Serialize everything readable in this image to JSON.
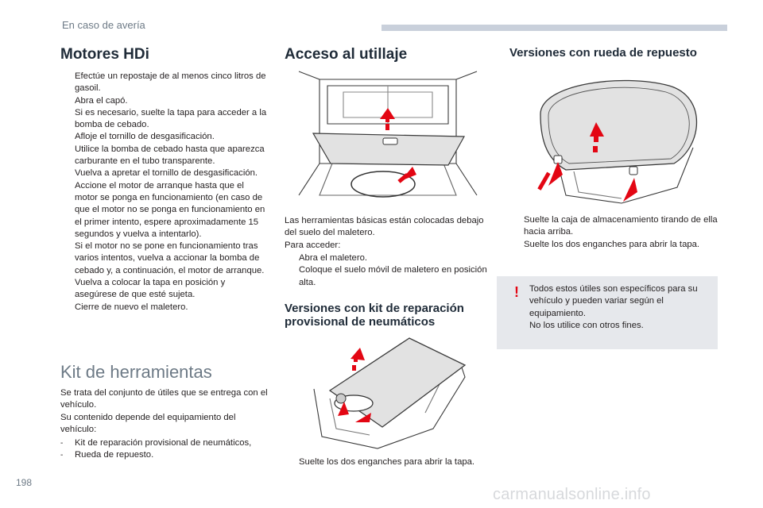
{
  "header": {
    "section": "En caso de avería"
  },
  "page_number": "198",
  "watermark": "carmanualsonline.info",
  "col1": {
    "title": "Motores HDi",
    "bullet_glyph": "",
    "steps": [
      "Efectúe un repostaje de al menos cinco litros de gasoil.",
      "Abra el capó.",
      "Si es necesario, suelte la tapa para acceder a la bomba de cebado.",
      "Afloje el tornillo de desgasificación.",
      "Utilice la bomba de cebado hasta que aparezca carburante en el tubo transparente.",
      "Vuelva a apretar el tornillo de desgasificación.",
      "Accione el motor de arranque hasta que el motor se ponga en funcionamiento (en caso de que el motor no se ponga en funcionamiento en el primer intento, espere aproximadamente 15 segundos y vuelva a intentarlo).",
      "Si el motor no se pone en funcionamiento tras varios intentos, vuelva a accionar la bomba de cebado y, a continuación, el motor de arranque.",
      "Vuelva a colocar la tapa en posición y asegúrese de que esté sujeta.",
      "Cierre de nuevo el maletero."
    ],
    "kit_title": "Kit de herramientas",
    "kit_intro": "Se trata del conjunto de útiles que se entrega con el vehículo.",
    "kit_content": "Su contenido depende del equipamiento del vehículo:",
    "kit_items": [
      "Kit de reparación provisional de neumáticos,",
      "Rueda de repuesto."
    ]
  },
  "col2": {
    "title": "Acceso al utillaje",
    "intro": "Las herramientas básicas están colocadas debajo del suelo del maletero.",
    "access_label": "Para acceder:",
    "steps": [
      "Abra el maletero.",
      "Coloque el suelo móvil de maletero en posición alta."
    ],
    "sub_title": "Versiones con kit de reparación provisional de neumáticos",
    "sub_steps": [
      "Suelte los dos enganches para abrir la tapa."
    ]
  },
  "col3": {
    "title": "Versiones con rueda de repuesto",
    "steps": [
      "Suelte la caja de almacenamiento tirando de ella hacia arriba.",
      "Suelte los dos enganches para abrir la tapa."
    ],
    "note": {
      "icon": "exclamation-icon",
      "line1": "Todos estos útiles son específicos para su vehículo y pueden variar según el equipamiento.",
      "line2": "No los utilice con otros fines."
    }
  },
  "colors": {
    "accent_red": "#e30613",
    "heading": "#1f2b38",
    "muted": "#6d7a86",
    "note_bg": "#e6e8ec"
  }
}
